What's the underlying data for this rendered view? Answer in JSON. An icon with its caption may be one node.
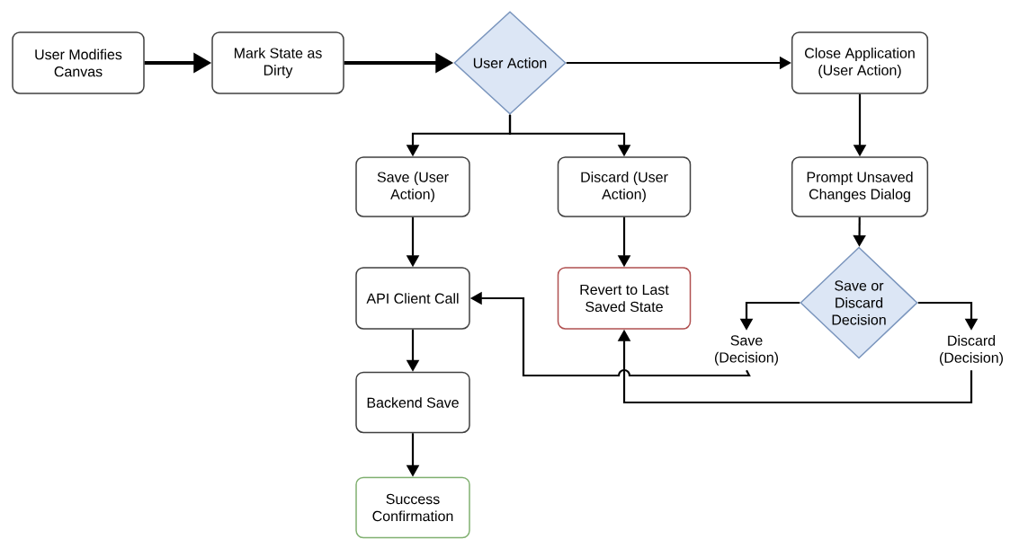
{
  "diagram": {
    "nodes": [
      {
        "text": [
          "User Modifies Canvas"
        ]
      },
      {
        "text": [
          "Mark State as Dirty"
        ]
      },
      {
        "text": [
          "User Action"
        ]
      },
      {
        "text": [
          "Close Application (User Action)"
        ]
      },
      {
        "text": [
          "Save (User Action)"
        ]
      },
      {
        "text": [
          "Discard (User Action)"
        ]
      },
      {
        "text": [
          "Prompt Unsaved Changes Dialog"
        ]
      },
      {
        "text": [
          "API Client Call"
        ]
      },
      {
        "text": [
          "Revert to Last Saved State"
        ]
      },
      {
        "text": [
          "Save or Discard Decision"
        ]
      },
      {
        "text": [
          "Save (Decision)"
        ]
      },
      {
        "text": [
          "Discard (Decision)"
        ]
      },
      {
        "text": [
          "Backend Save"
        ]
      },
      {
        "text": [
          "Success Confirmation"
        ]
      }
    ],
    "edges": [
      {
        "from": 0,
        "to": 1,
        "arrow": "to",
        "style": "thick"
      },
      {
        "from": 1,
        "to": 2,
        "arrow": "to",
        "style": "thick"
      },
      {
        "from": 2,
        "to": 3,
        "arrow": "to"
      },
      {
        "from": 2,
        "to": 4,
        "arrow": "to"
      },
      {
        "from": 2,
        "to": 5,
        "arrow": "to"
      },
      {
        "from": 3,
        "to": 6,
        "arrow": "to"
      },
      {
        "from": 4,
        "to": 7,
        "arrow": "to"
      },
      {
        "from": 5,
        "to": 8,
        "arrow": "to"
      },
      {
        "from": 6,
        "to": 9,
        "arrow": "to"
      },
      {
        "from": 9,
        "to": 10,
        "arrow": "to"
      },
      {
        "from": 9,
        "to": 11,
        "arrow": "to"
      },
      {
        "from": 10,
        "to": 7,
        "arrow": "to"
      },
      {
        "from": 11,
        "to": 8,
        "arrow": "to"
      },
      {
        "from": 7,
        "to": 12,
        "arrow": "to"
      },
      {
        "from": 12,
        "to": 13,
        "arrow": "to"
      }
    ]
  }
}
